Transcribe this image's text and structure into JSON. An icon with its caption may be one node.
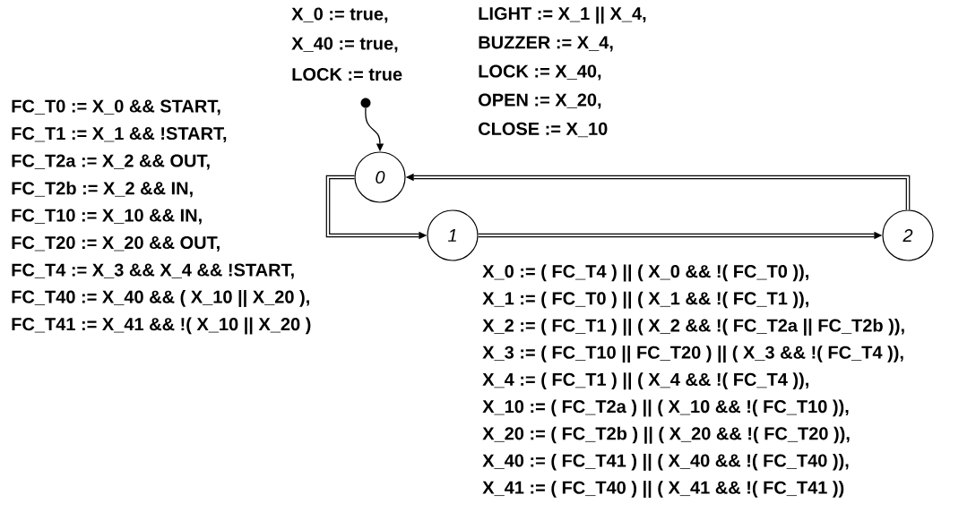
{
  "diagram": {
    "nodes": [
      {
        "text": [],
        "shape": "circle"
      },
      {
        "text": [
          "0"
        ]
      },
      {
        "text": [
          "1"
        ]
      },
      {
        "text": [
          "2"
        ]
      }
    ],
    "edges": [
      {
        "from": 0,
        "to": 1,
        "arrow": "to"
      },
      {
        "from": 1,
        "to": 2,
        "arrow": "to"
      },
      {
        "from": 2,
        "to": 3,
        "arrow": "to"
      },
      {
        "from": 3,
        "to": 1,
        "arrow": "to"
      }
    ],
    "labels": [
      "X_0 := true,",
      "X_40 := true,",
      "LOCK := true",
      "LIGHT := X_1 || X_4,",
      "BUZZER := X_4,",
      "LOCK := X_40,",
      "OPEN := X_20,",
      "CLOSE := X_10",
      "FC_T0 := X_0 && START,",
      "FC_T1 := X_1 && !START,",
      "FC_T2a := X_2 && OUT,",
      "FC_T2b := X_2 && IN,",
      "FC_T10 := X_10 && IN,",
      "FC_T20 := X_20 && OUT,",
      "FC_T4 := X_3 && X_4 && !START,",
      "FC_T40 := X_40 && ( X_10 || X_20 ),",
      "FC_T41 := X_41 && !( X_10 || X_20 )",
      "X_0 := ( FC_T4 ) || ( X_0 && !( FC_T0 )),",
      "X_1 := ( FC_T0 ) || ( X_1 && !( FC_T1 )),",
      "X_2 := ( FC_T1 ) || ( X_2 && !( FC_T2a || FC_T2b )),",
      "X_3 := ( FC_T10 || FC_T20 ) || ( X_3 && !( FC_T4 )),",
      "X_4 := ( FC_T1 ) || ( X_4 && !( FC_T4 )),",
      "X_10 := ( FC_T2a ) || ( X_10 && !( FC_T10 )),",
      "X_20 := ( FC_T2b ) || ( X_20 && !( FC_T20 )),",
      "X_40 := ( FC_T41 ) || ( X_40 && !( FC_T40 )),",
      "X_41 := ( FC_T40 ) || ( X_41 && !( FC_T41 ))"
    ]
  }
}
